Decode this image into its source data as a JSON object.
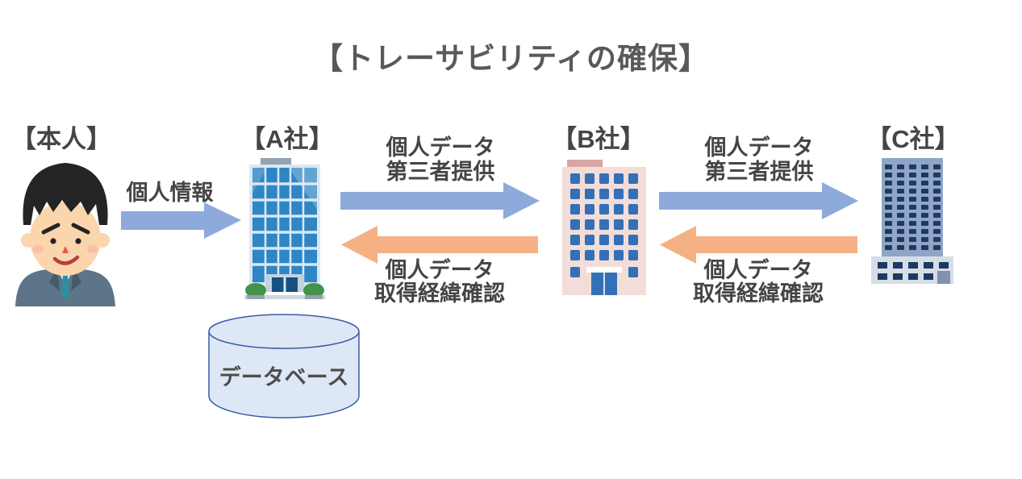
{
  "title": "【トレーサビリティの確保】",
  "actors": {
    "person": {
      "label": "【本人】"
    },
    "company_a": {
      "label": "【A社】"
    },
    "company_b": {
      "label": "【B社】"
    },
    "company_c": {
      "label": "【C社】"
    }
  },
  "flows": {
    "person_to_a": {
      "label": "個人情報",
      "direction": "right"
    },
    "a_to_b_forward": {
      "line1": "個人データ",
      "line2": "第三者提供",
      "direction": "right"
    },
    "a_to_b_back": {
      "line1": "個人データ",
      "line2": "取得経緯確認",
      "direction": "left"
    },
    "b_to_c_forward": {
      "line1": "個人データ",
      "line2": "第三者提供",
      "direction": "right"
    },
    "b_to_c_back": {
      "line1": "個人データ",
      "line2": "取得経緯確認",
      "direction": "left"
    }
  },
  "database": {
    "label": "データベース"
  },
  "colors": {
    "background": "#FFFFFF",
    "title_text": "#595959",
    "label_text": "#454545",
    "forward_arrow": "#8EAADB",
    "back_arrow": "#F4B183",
    "database_fill": "#DEE7F5",
    "database_stroke": "#3A5BA9"
  }
}
